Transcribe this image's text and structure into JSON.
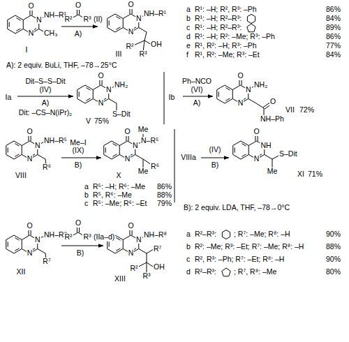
{
  "diagram": {
    "labels": [
      "O",
      "N",
      "NH–R¹",
      "N",
      "CH₃",
      "I",
      "O",
      "R²",
      "R³",
      "(II)",
      "A)",
      "O",
      "N",
      "NH–R¹",
      "N",
      "OH",
      "R²",
      "R³",
      "III",
      "a",
      "R¹: –H; R², R³: –Ph",
      "86%",
      "b",
      "R¹: –H; R²–R³:",
      "84%",
      "c",
      "R¹: –H; R²–R³:",
      "89%",
      "d",
      "R¹: –H; R²: –Me; R³: –Ph",
      "86%",
      "e",
      "R¹, R²: –H; R³: –Ph",
      "77%",
      "f",
      "R¹, R²: –Me; R³: –Et",
      "84%",
      "A): 2 equiv. BuLi, THF, –78→25°C",
      "Ia",
      "Dit–S–S–Dit",
      "(IV)",
      "A)",
      "Dit: –CS–N(iPr)₂",
      "O",
      "N",
      "NH₂",
      "N",
      "S–Dit",
      "V",
      "75%",
      "Ib",
      "Ph–NCO",
      "(VI)",
      "A)",
      "O",
      "N",
      "NH₂",
      "N",
      "O",
      "NH–Ph",
      "VII",
      "72%",
      "O",
      "N",
      "NH–R⁵",
      "N",
      "R⁶",
      "VIII",
      "Me–I",
      "(IX)",
      "B)",
      "O",
      "N",
      "Me",
      "N–R⁵",
      "N",
      "Me",
      "R⁶",
      "X",
      "a",
      "R⁵: –H; R⁶: –Me",
      "86%",
      "b",
      "R⁵, R⁶: –Me",
      "88%",
      "c",
      "R⁵: –Me; R⁶: –Et",
      "79%",
      "VIIIa",
      "(IV)",
      "B)",
      "O",
      "NH",
      "N",
      "S–Dit",
      "Me",
      "XI",
      "71%",
      "B): 2 equiv. LDA, THF, –78→0°C",
      "O",
      "N",
      "NH–R⁸",
      "N",
      "R⁷",
      "XII",
      "O",
      "R²",
      "R³",
      "(IIa–d)",
      "B)",
      "O",
      "N",
      "NH–R⁸",
      "N",
      "R⁷",
      "OH",
      "R²",
      "R³",
      "XIII",
      "a",
      "R²–R³:",
      "; R⁷: –Me; R⁸: –H",
      "90%",
      "b",
      "R²: –Me; R³: –Et; R⁷: –Me; R⁸: –H",
      "88%",
      "c",
      "R², R³: –Ph; R⁷: –Et; R⁸: –H",
      "90%",
      "d",
      "R²–R³:",
      "; R⁷, R⁸: –Me",
      "80%"
    ]
  }
}
